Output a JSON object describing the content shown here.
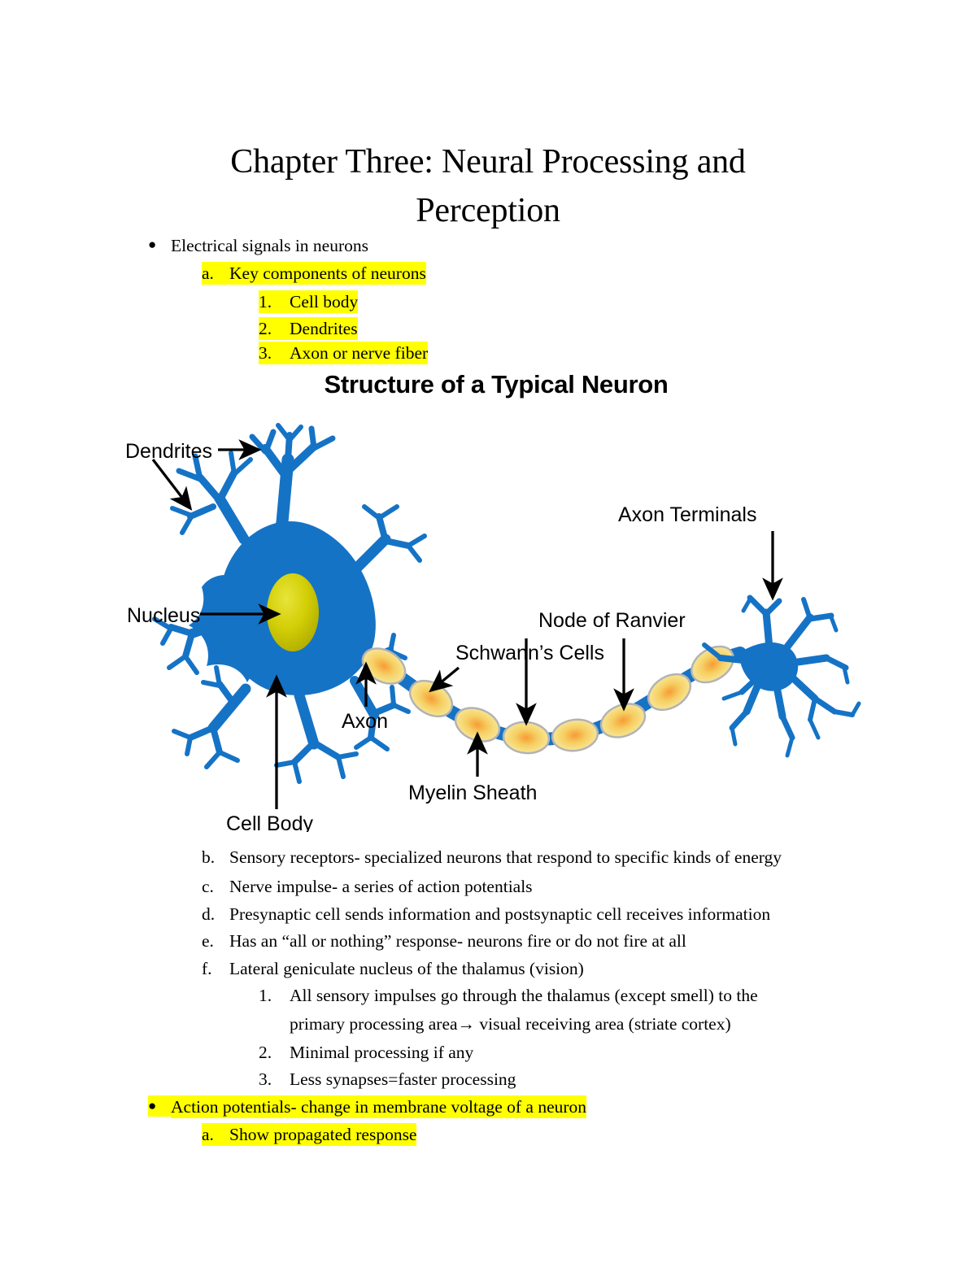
{
  "document": {
    "title_line_1": "Chapter Three: Neural Processing and",
    "title_line_2": "Perception"
  },
  "outline": {
    "items": [
      {
        "level": 0,
        "marker": "●",
        "text": "Electrical signals in neurons",
        "highlight": false
      },
      {
        "level": 1,
        "marker": "a.",
        "text": "Key components of neurons",
        "highlight": true
      },
      {
        "level": 2,
        "marker": "1.",
        "text": "Cell body",
        "highlight": true
      },
      {
        "level": 2,
        "marker": "2.",
        "text": "Dendrites",
        "highlight": true
      },
      {
        "level": 2,
        "marker": "3.",
        "text": "Axon or nerve fiber",
        "highlight": true
      },
      {
        "level": 1,
        "marker": "b.",
        "text": "Sensory receptors- specialized neurons that respond to specific kinds of energy",
        "highlight": false
      },
      {
        "level": 1,
        "marker": "c.",
        "text": "Nerve impulse- a series of action potentials",
        "highlight": false
      },
      {
        "level": 1,
        "marker": "d.",
        "text": "Presynaptic cell sends information and postsynaptic cell receives information",
        "highlight": false
      },
      {
        "level": 1,
        "marker": "e.",
        "text": "Has an “all or nothing” response- neurons fire or do not fire at all",
        "highlight": false
      },
      {
        "level": 1,
        "marker": "f.",
        "text": "Lateral geniculate nucleus of the thalamus (vision)",
        "highlight": false
      },
      {
        "level": 2,
        "marker": "1.",
        "text": "All sensory impulses go through the thalamus (except smell) to the",
        "highlight": false
      },
      {
        "level": 3,
        "marker": "",
        "text": "primary processing area→ visual receiving area (striate cortex)",
        "highlight": false
      },
      {
        "level": 2,
        "marker": "2.",
        "text": "Minimal processing if any",
        "highlight": false
      },
      {
        "level": 2,
        "marker": "3.",
        "text": "Less synapses=faster processing",
        "highlight": false
      },
      {
        "level": 0,
        "marker": "●",
        "text": "Action potentials- change in membrane voltage of a neuron",
        "highlight": true
      },
      {
        "level": 1,
        "marker": "a.",
        "text": "Show propagated response",
        "highlight": true
      }
    ]
  },
  "figure": {
    "title": "Structure of a Typical Neuron",
    "labels": {
      "dendrites": "Dendrites",
      "nucleus": "Nucleus",
      "cell_body": "Cell Body",
      "axon": "Axon",
      "schwanns_cells": "Schwann’s Cells",
      "myelin_sheath": "Myelin Sheath",
      "node_of_ranvier": "Node of Ranvier",
      "axon_terminals": "Axon Terminals"
    },
    "colors": {
      "neuron_blue": "#1573c6",
      "nucleus_yellow": "#cfcb00",
      "myelin_yellow": "#f6e98a",
      "myelin_center_orange": "#f5a03c",
      "myelin_outline_gray": "#b3b3b3",
      "highlight_yellow": "#ffff00",
      "text_black": "#000000"
    }
  }
}
